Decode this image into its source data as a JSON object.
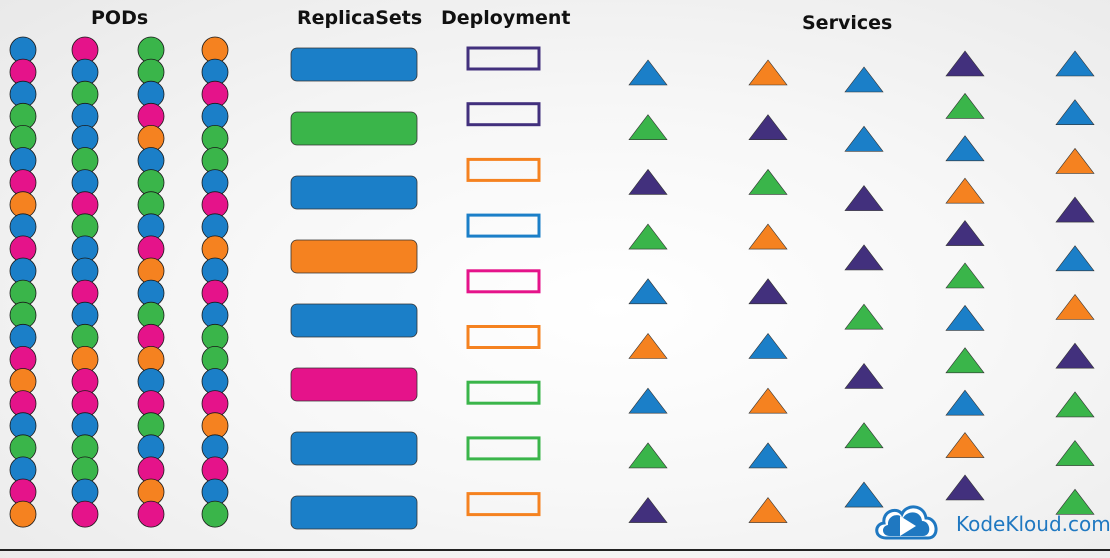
{
  "colors": {
    "blue": "#1b7fc8",
    "green": "#3ab54a",
    "magenta": "#e5138a",
    "orange": "#f58220",
    "purple": "#42307d"
  },
  "headings": {
    "pods": "PODs",
    "replicasets": "ReplicaSets",
    "deployment": "Deployment",
    "services": "Services"
  },
  "pods": {
    "columns": [
      [
        "blue",
        "magenta",
        "blue",
        "green",
        "green",
        "blue",
        "magenta",
        "orange",
        "blue",
        "magenta",
        "blue",
        "green",
        "green",
        "blue",
        "magenta",
        "orange",
        "magenta",
        "blue",
        "green",
        "blue",
        "magenta",
        "orange"
      ],
      [
        "magenta",
        "blue",
        "green",
        "blue",
        "blue",
        "green",
        "blue",
        "magenta",
        "green",
        "blue",
        "blue",
        "magenta",
        "blue",
        "green",
        "orange",
        "magenta",
        "magenta",
        "blue",
        "green",
        "green",
        "blue",
        "magenta"
      ],
      [
        "green",
        "green",
        "blue",
        "magenta",
        "orange",
        "blue",
        "green",
        "green",
        "blue",
        "magenta",
        "orange",
        "blue",
        "green",
        "magenta",
        "orange",
        "blue",
        "magenta",
        "green",
        "blue",
        "magenta",
        "orange",
        "magenta"
      ],
      [
        "orange",
        "blue",
        "magenta",
        "blue",
        "green",
        "green",
        "blue",
        "magenta",
        "blue",
        "orange",
        "blue",
        "magenta",
        "blue",
        "green",
        "green",
        "blue",
        "magenta",
        "orange",
        "blue",
        "magenta",
        "blue",
        "green"
      ]
    ]
  },
  "replicasets": [
    "blue",
    "green",
    "blue",
    "orange",
    "blue",
    "magenta",
    "blue",
    "blue"
  ],
  "deployments": [
    "purple",
    "purple",
    "orange",
    "blue",
    "magenta",
    "orange",
    "green",
    "green",
    "orange"
  ],
  "services": {
    "columns": [
      [
        "blue",
        "green",
        "purple",
        "green",
        "blue",
        "orange",
        "blue",
        "green",
        "purple"
      ],
      [
        "orange",
        "purple",
        "green",
        "orange",
        "purple",
        "blue",
        "orange",
        "blue",
        "orange"
      ],
      [
        "blue",
        "blue",
        "purple",
        "purple",
        "green",
        "purple",
        "green",
        "blue"
      ],
      [
        "purple",
        "green",
        "blue",
        "orange",
        "purple",
        "green",
        "blue",
        "green",
        "blue",
        "orange",
        "purple"
      ],
      [
        "blue",
        "blue",
        "orange",
        "purple",
        "blue",
        "orange",
        "purple",
        "green",
        "green",
        "green"
      ]
    ]
  },
  "brand": {
    "name": "KodeKloud.com"
  }
}
